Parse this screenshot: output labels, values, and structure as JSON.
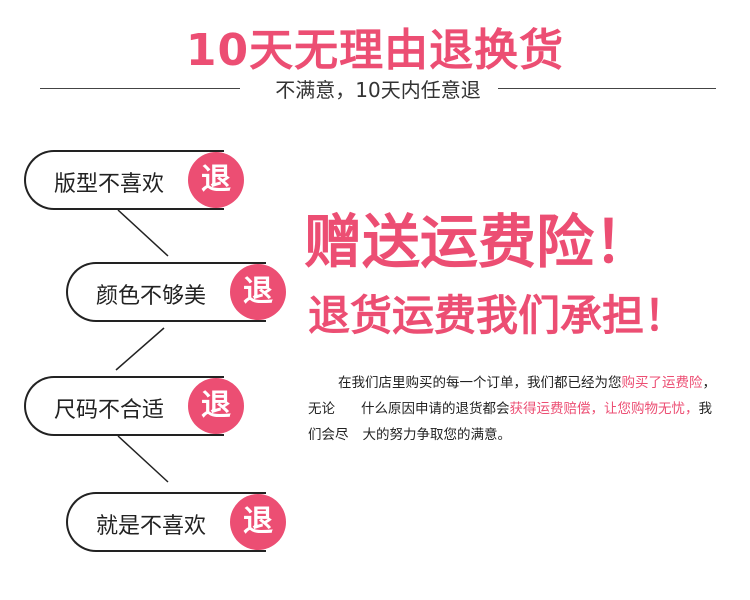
{
  "header": {
    "title": "10天无理由退换货",
    "subtitle": "不满意，10天内任意退"
  },
  "reasons": [
    {
      "label": "版型不喜欢",
      "badge": "退"
    },
    {
      "label": "颜色不够美",
      "badge": "退"
    },
    {
      "label": "尺码不合适",
      "badge": "退"
    },
    {
      "label": "就是不喜欢",
      "badge": "退"
    }
  ],
  "promo": {
    "headline": "赠送运费险！",
    "subheadline": "退货运费我们承担！"
  },
  "description": {
    "part1": "在我们店里购买的每一个订单，我们都已经为您",
    "highlight1": "购买了运费险",
    "part2": "，无论",
    "part3": "什么原因申请的退货都会",
    "highlight2": "获得运费赔偿，让您购物无忧，",
    "part4": "我们会尽",
    "part5": "大的努力争取您的满意。"
  },
  "colors": {
    "accent": "#ec4e73",
    "text": "#222222"
  }
}
